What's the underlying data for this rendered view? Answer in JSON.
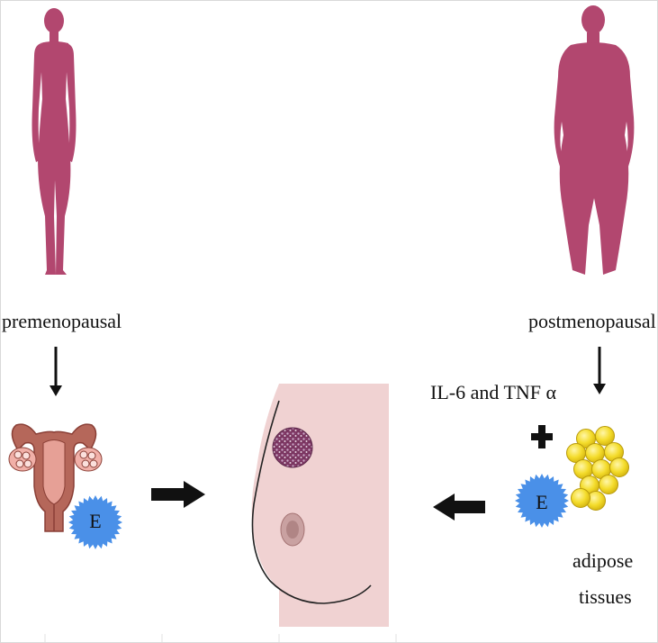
{
  "labels": {
    "pre": "premenopausal",
    "post": "postmenopausal",
    "cytokines": "IL-6 and TNF α",
    "adipose": "adipose",
    "tissues": "tissues"
  },
  "estrogen_left": "E",
  "estrogen_right": "E",
  "colors": {
    "silhouette": "#b2476f",
    "uterus": "#b5675a",
    "estrogen": "#4a90e8",
    "fat": "#f3dc2a",
    "skin": "#f0d2d2",
    "tumor": "#8e3e6a"
  }
}
